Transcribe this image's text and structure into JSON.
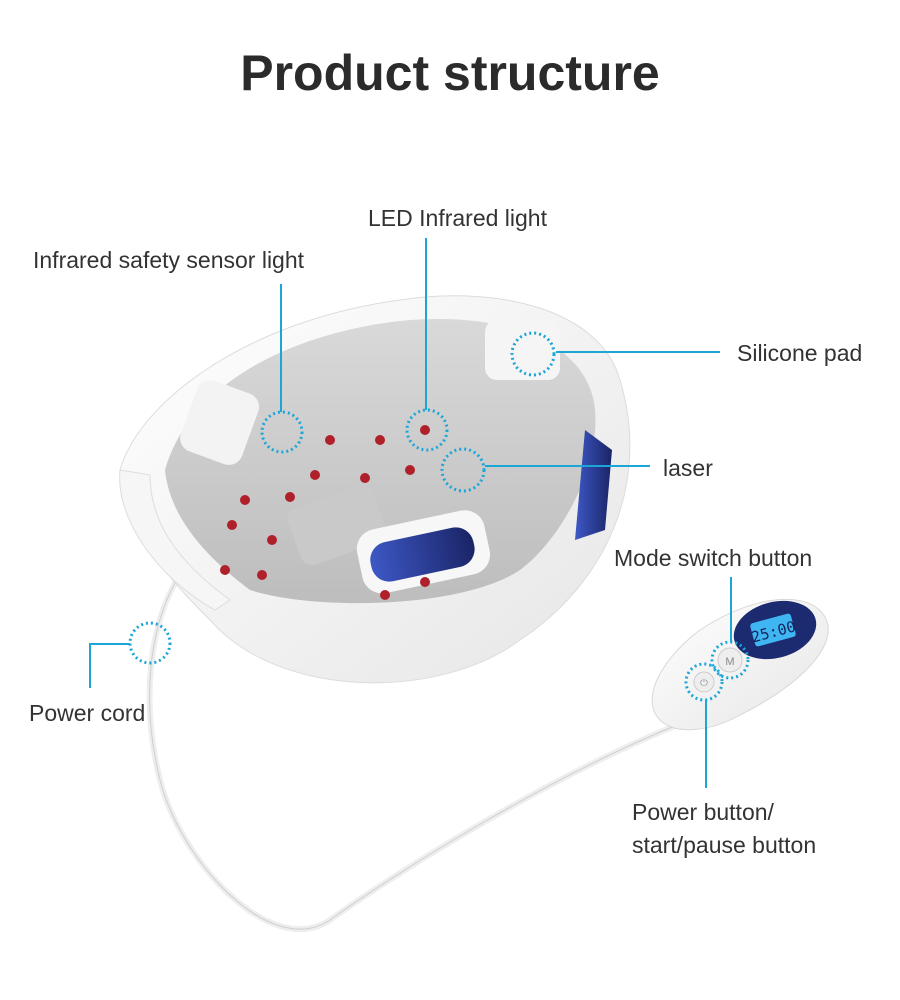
{
  "title": "Product structure",
  "callouts": {
    "sensor": "Infrared safety sensor light",
    "led": "LED Infrared light",
    "silicone": "Silicone pad",
    "laser": "laser",
    "mode": "Mode switch button",
    "power_line1": "Power button/",
    "power_line2": "start/pause button",
    "cord": "Power cord"
  },
  "remote": {
    "display": "25:00",
    "mode_key": "M"
  },
  "colors": {
    "accent": "#1aa6d6",
    "text": "#333333",
    "led": "#b0202a",
    "panel": "#2b3f9a"
  }
}
